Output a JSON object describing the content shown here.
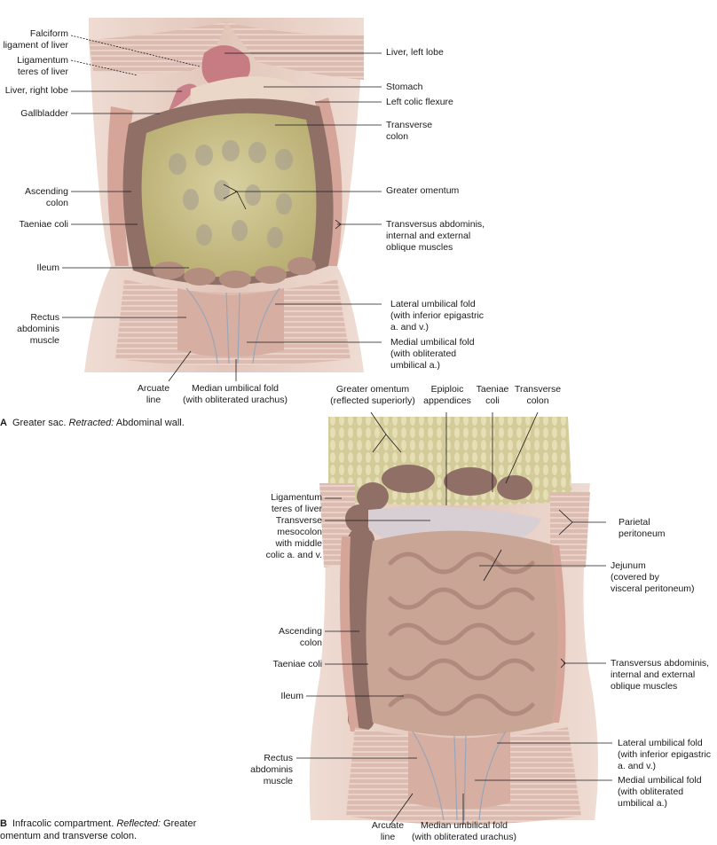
{
  "panel_a": {
    "letter": "A",
    "caption_main": "Greater sac.",
    "caption_italic": "Retracted:",
    "caption_rest": "Abdominal wall.",
    "labels_left": [
      {
        "lines": [
          "Falciform",
          "ligament of liver"
        ]
      },
      {
        "lines": [
          "Ligamentum",
          "teres of liver"
        ]
      },
      {
        "lines": [
          "Liver, right lobe"
        ]
      },
      {
        "lines": [
          "Gallbladder"
        ]
      },
      {
        "lines": [
          "Ascending",
          "colon"
        ]
      },
      {
        "lines": [
          "Taeniae coli"
        ]
      },
      {
        "lines": [
          "Ileum"
        ]
      },
      {
        "lines": [
          "Rectus",
          "abdominis",
          "muscle"
        ]
      }
    ],
    "labels_right": [
      {
        "lines": [
          "Liver, left lobe"
        ]
      },
      {
        "lines": [
          "Stomach"
        ]
      },
      {
        "lines": [
          "Left colic flexure"
        ]
      },
      {
        "lines": [
          "Transverse",
          "colon"
        ]
      },
      {
        "lines": [
          "Greater omentum"
        ]
      },
      {
        "lines": [
          "Transversus abdominis,",
          "internal and external",
          "oblique muscles"
        ]
      },
      {
        "lines": [
          "Lateral umbilical fold",
          "(with inferior epigastric",
          "a. and v.)"
        ]
      },
      {
        "lines": [
          "Medial umbilical fold",
          "(with obliterated",
          "umbilical a.)"
        ]
      }
    ],
    "labels_bottom": [
      {
        "lines": [
          "Arcuate",
          "line"
        ]
      },
      {
        "lines": [
          "Median umbilical fold",
          "(with obliterated urachus)"
        ]
      }
    ]
  },
  "panel_b": {
    "letter": "B",
    "caption_main": "Infracolic compartment.",
    "caption_italic": "Reflected:",
    "caption_rest": "Greater omentum and transverse colon.",
    "labels_top": [
      {
        "lines": [
          "Greater omentum",
          "(reflected superiorly)"
        ]
      },
      {
        "lines": [
          "Epiploic",
          "appendices"
        ]
      },
      {
        "lines": [
          "Taeniae",
          "coli"
        ]
      },
      {
        "lines": [
          "Transverse",
          "colon"
        ]
      }
    ],
    "labels_left": [
      {
        "lines": [
          "Ligamentum",
          "teres of liver"
        ]
      },
      {
        "lines": [
          "Transverse",
          "mesocolon",
          "with middle",
          "colic a. and v."
        ]
      },
      {
        "lines": [
          "Ascending",
          "colon"
        ]
      },
      {
        "lines": [
          "Taeniae coli"
        ]
      },
      {
        "lines": [
          "Ileum"
        ]
      },
      {
        "lines": [
          "Rectus",
          "abdominis",
          "muscle"
        ]
      }
    ],
    "labels_right": [
      {
        "lines": [
          "Parietal",
          "peritoneum"
        ]
      },
      {
        "lines": [
          "Jejunum",
          "(covered by",
          "visceral peritoneum)"
        ]
      },
      {
        "lines": [
          "Transversus abdominis,",
          "internal and external",
          "oblique muscles"
        ]
      },
      {
        "lines": [
          "Lateral umbilical fold",
          "(with inferior epigastric",
          "a. and v.)"
        ]
      },
      {
        "lines": [
          "Medial umbilical fold",
          "(with obliterated",
          "umbilical a.)"
        ]
      }
    ],
    "labels_bottom": [
      {
        "lines": [
          "Arcuate",
          "line"
        ]
      },
      {
        "lines": [
          "Median umbilical fold",
          "(with obliterated urachus)"
        ]
      }
    ]
  },
  "colors": {
    "skin": "#e6cfc4",
    "muscle": "#d9b3a8",
    "omentum": "#c9c08a",
    "colon": "#8f6f66",
    "intestine": "#c9a596",
    "liver": "#c77b82",
    "stomach": "#e8d4c4",
    "leader": "#1a1a1a"
  }
}
